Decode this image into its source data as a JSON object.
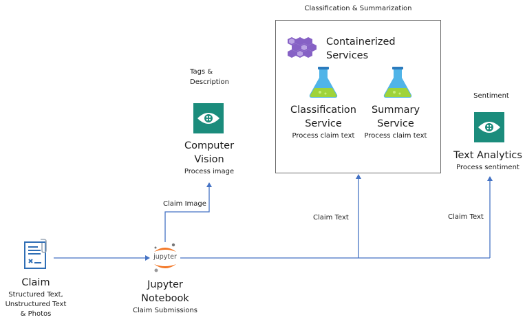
{
  "top_label": "Classification & Summarization",
  "containerized": {
    "title_line1": "Containerized",
    "title_line2": "Services"
  },
  "classification": {
    "line1": "Classification",
    "line2": "Service",
    "sub": "Process claim text"
  },
  "summary": {
    "line1": "Summary",
    "line2": "Service",
    "sub": "Process claim text"
  },
  "computer_vision": {
    "caption_line1": "Tags &",
    "caption_line2": "Description",
    "line1": "Computer",
    "line2": "Vision",
    "sub": "Process image"
  },
  "text_analytics": {
    "caption": "Sentiment",
    "title": "Text Analytics",
    "sub": "Process sentiment"
  },
  "claim": {
    "title": "Claim",
    "sub_line1": "Structured Text,",
    "sub_line2": "Unstructured Text",
    "sub_line3": "& Photos"
  },
  "jupyter": {
    "logo_text": "jupyter",
    "line1": "Jupyter",
    "line2": "Notebook",
    "sub": "Claim Submissions"
  },
  "edges": {
    "claim_image": "Claim Image",
    "claim_text_1": "Claim Text",
    "claim_text_2": "Claim Text"
  },
  "colors": {
    "line": "#4472c4",
    "teal": "#1b8c7c",
    "jupyter_orange": "#f37726",
    "flask_blue": "#50b4e8",
    "flask_green": "#9fd33a",
    "k8s_purple": "#8661c5",
    "form_blue": "#2f6eb5"
  }
}
